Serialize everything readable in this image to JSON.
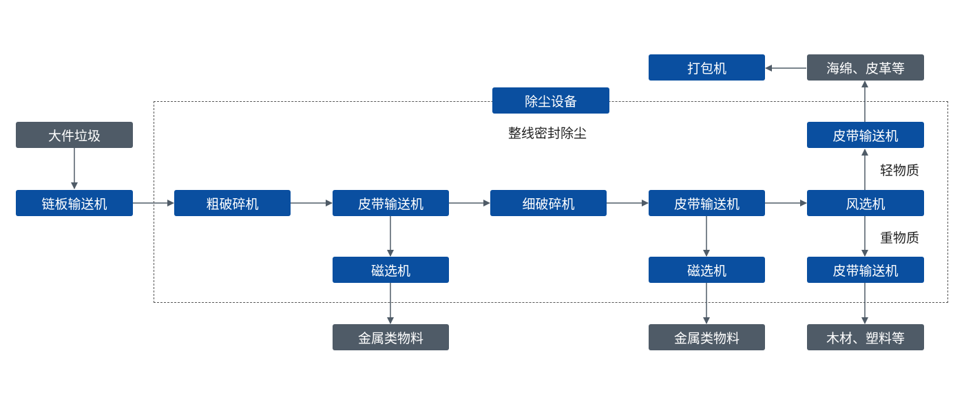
{
  "nodes": {
    "large_waste": "大件垃圾",
    "chain_conveyor": "链板输送机",
    "coarse_crusher": "粗破碎机",
    "belt_conveyor_1": "皮带输送机",
    "fine_crusher": "细破碎机",
    "belt_conveyor_2": "皮带输送机",
    "wind_separator": "风选机",
    "magnetic_separator_1": "磁选机",
    "magnetic_separator_2": "磁选机",
    "metal_1": "金属类物料",
    "metal_2": "金属类物料",
    "belt_conveyor_light": "皮带输送机",
    "belt_conveyor_heavy": "皮带输送机",
    "sponge_leather": "海绵、皮革等",
    "baler": "打包机",
    "wood_plastic": "木材、塑料等",
    "dust_removal": "除尘设备"
  },
  "labels": {
    "sealed_dust": "整线密封除尘",
    "light_material": "轻物质",
    "heavy_material": "重物质"
  },
  "colors": {
    "process_box": "#0a4fa0",
    "material_box": "#4f5b67",
    "arrow": "#4f5b67"
  }
}
